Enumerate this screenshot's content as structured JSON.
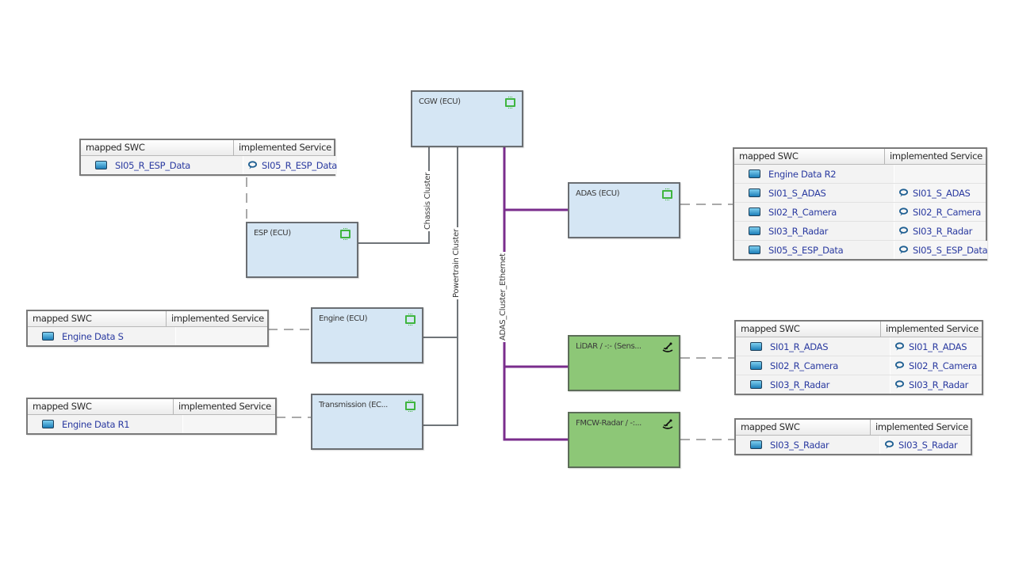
{
  "colors": {
    "ecu_fill": "#d5e6f4",
    "sensor_fill": "#8dc777",
    "can_bus": "#6f7478",
    "ethernet_bus": "#7a2d8c",
    "link_text": "#2a3aa0"
  },
  "ecus": [
    {
      "id": "cgw",
      "title": "CGW (ECU)",
      "type": "ecu",
      "icon": "chip-icon"
    },
    {
      "id": "esp",
      "title": "ESP (ECU)",
      "type": "ecu",
      "icon": "chip-icon"
    },
    {
      "id": "engine",
      "title": "Engine (ECU)",
      "type": "ecu",
      "icon": "chip-icon"
    },
    {
      "id": "transmission",
      "title": "Transmission (EC...",
      "type": "ecu",
      "icon": "chip-icon"
    },
    {
      "id": "adas",
      "title": "ADAS (ECU)",
      "type": "ecu",
      "icon": "chip-icon"
    },
    {
      "id": "lidar",
      "title": "LiDAR / -:- (Sens...",
      "type": "sensor",
      "icon": "sensor-icon"
    },
    {
      "id": "fmcw",
      "title": "FMCW-Radar / -:...",
      "type": "sensor",
      "icon": "sensor-icon"
    }
  ],
  "buses": [
    {
      "id": "chassis",
      "label": "Chassis Cluster",
      "kind": "can"
    },
    {
      "id": "powertrain",
      "label": "Powertrain Cluster",
      "kind": "can"
    },
    {
      "id": "adas_eth",
      "label": "ADAS_Cluster_Ethernet",
      "kind": "ethernet"
    }
  ],
  "tables": {
    "headers": {
      "mapped": "mapped SWC",
      "service": "implemented Service"
    },
    "esp": [
      {
        "swc": "SI05_R_ESP_Data",
        "service": "SI05_R_ESP_Data"
      }
    ],
    "engine": [
      {
        "swc": "Engine Data S",
        "service": ""
      }
    ],
    "transmission": [
      {
        "swc": "Engine Data R1",
        "service": ""
      }
    ],
    "adas": [
      {
        "swc": "Engine Data R2",
        "service": ""
      },
      {
        "swc": "SI01_S_ADAS",
        "service": "SI01_S_ADAS"
      },
      {
        "swc": "SI02_R_Camera",
        "service": "SI02_R_Camera"
      },
      {
        "swc": "SI03_R_Radar",
        "service": "SI03_R_Radar"
      },
      {
        "swc": "SI05_S_ESP_Data",
        "service": "SI05_S_ESP_Data"
      }
    ],
    "lidar": [
      {
        "swc": "SI01_R_ADAS",
        "service": "SI01_R_ADAS"
      },
      {
        "swc": "SI02_R_Camera",
        "service": "SI02_R_Camera"
      },
      {
        "swc": "SI03_R_Radar",
        "service": "SI03_R_Radar"
      }
    ],
    "fmcw": [
      {
        "swc": "SI03_S_Radar",
        "service": "SI03_S_Radar"
      }
    ]
  }
}
